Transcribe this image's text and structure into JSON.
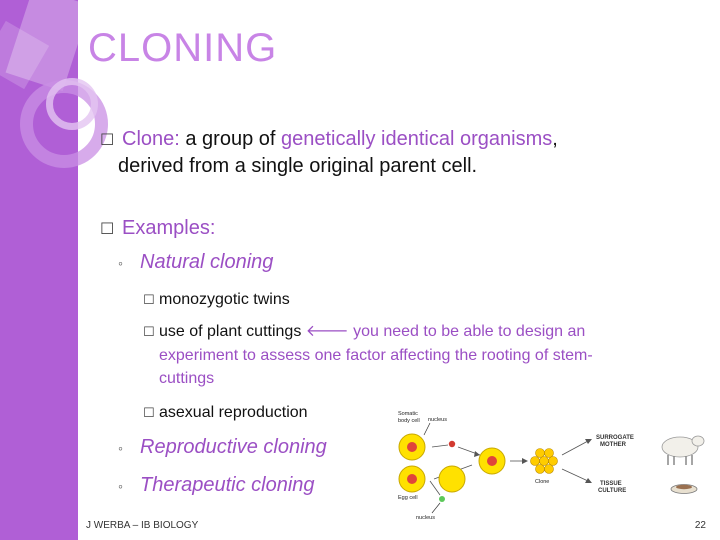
{
  "title": "CLONING",
  "bullet1": {
    "term": "Clone:",
    "text_a": " a group of ",
    "emph": "genetically identical organisms",
    "text_b": ",",
    "line2": "derived from a single original parent cell."
  },
  "bullet2": {
    "label": "Examples:"
  },
  "natural": {
    "label": "Natural cloning",
    "items": [
      "monozygotic twins",
      "use of plant cuttings",
      "asexual reproduction"
    ],
    "cuttings_note_a": " you need to be able to design an",
    "cuttings_note_b": "experiment to assess one factor affecting the rooting of stem-",
    "cuttings_note_c": "cuttings"
  },
  "reproductive": {
    "label": "Reproductive cloning"
  },
  "therapeutic": {
    "label": "Therapeutic cloning"
  },
  "diagram": {
    "somatic": "Somatic",
    "body_cell": "body cell",
    "nucleus_top": "nucleus",
    "surrogate": "SURROGATE",
    "mother": "MOTHER",
    "clone": "Clone",
    "tissue": "TISSUE",
    "culture": "CULTURE",
    "egg_cell": "Egg cell",
    "nucleus_bottom": "nucleus"
  },
  "footer": {
    "left": "J WERBA – IB BIOLOGY",
    "page": "22"
  },
  "colors": {
    "accent": "#9b4fc4",
    "sidebar": "#b05fd6",
    "title": "#c884e6"
  }
}
